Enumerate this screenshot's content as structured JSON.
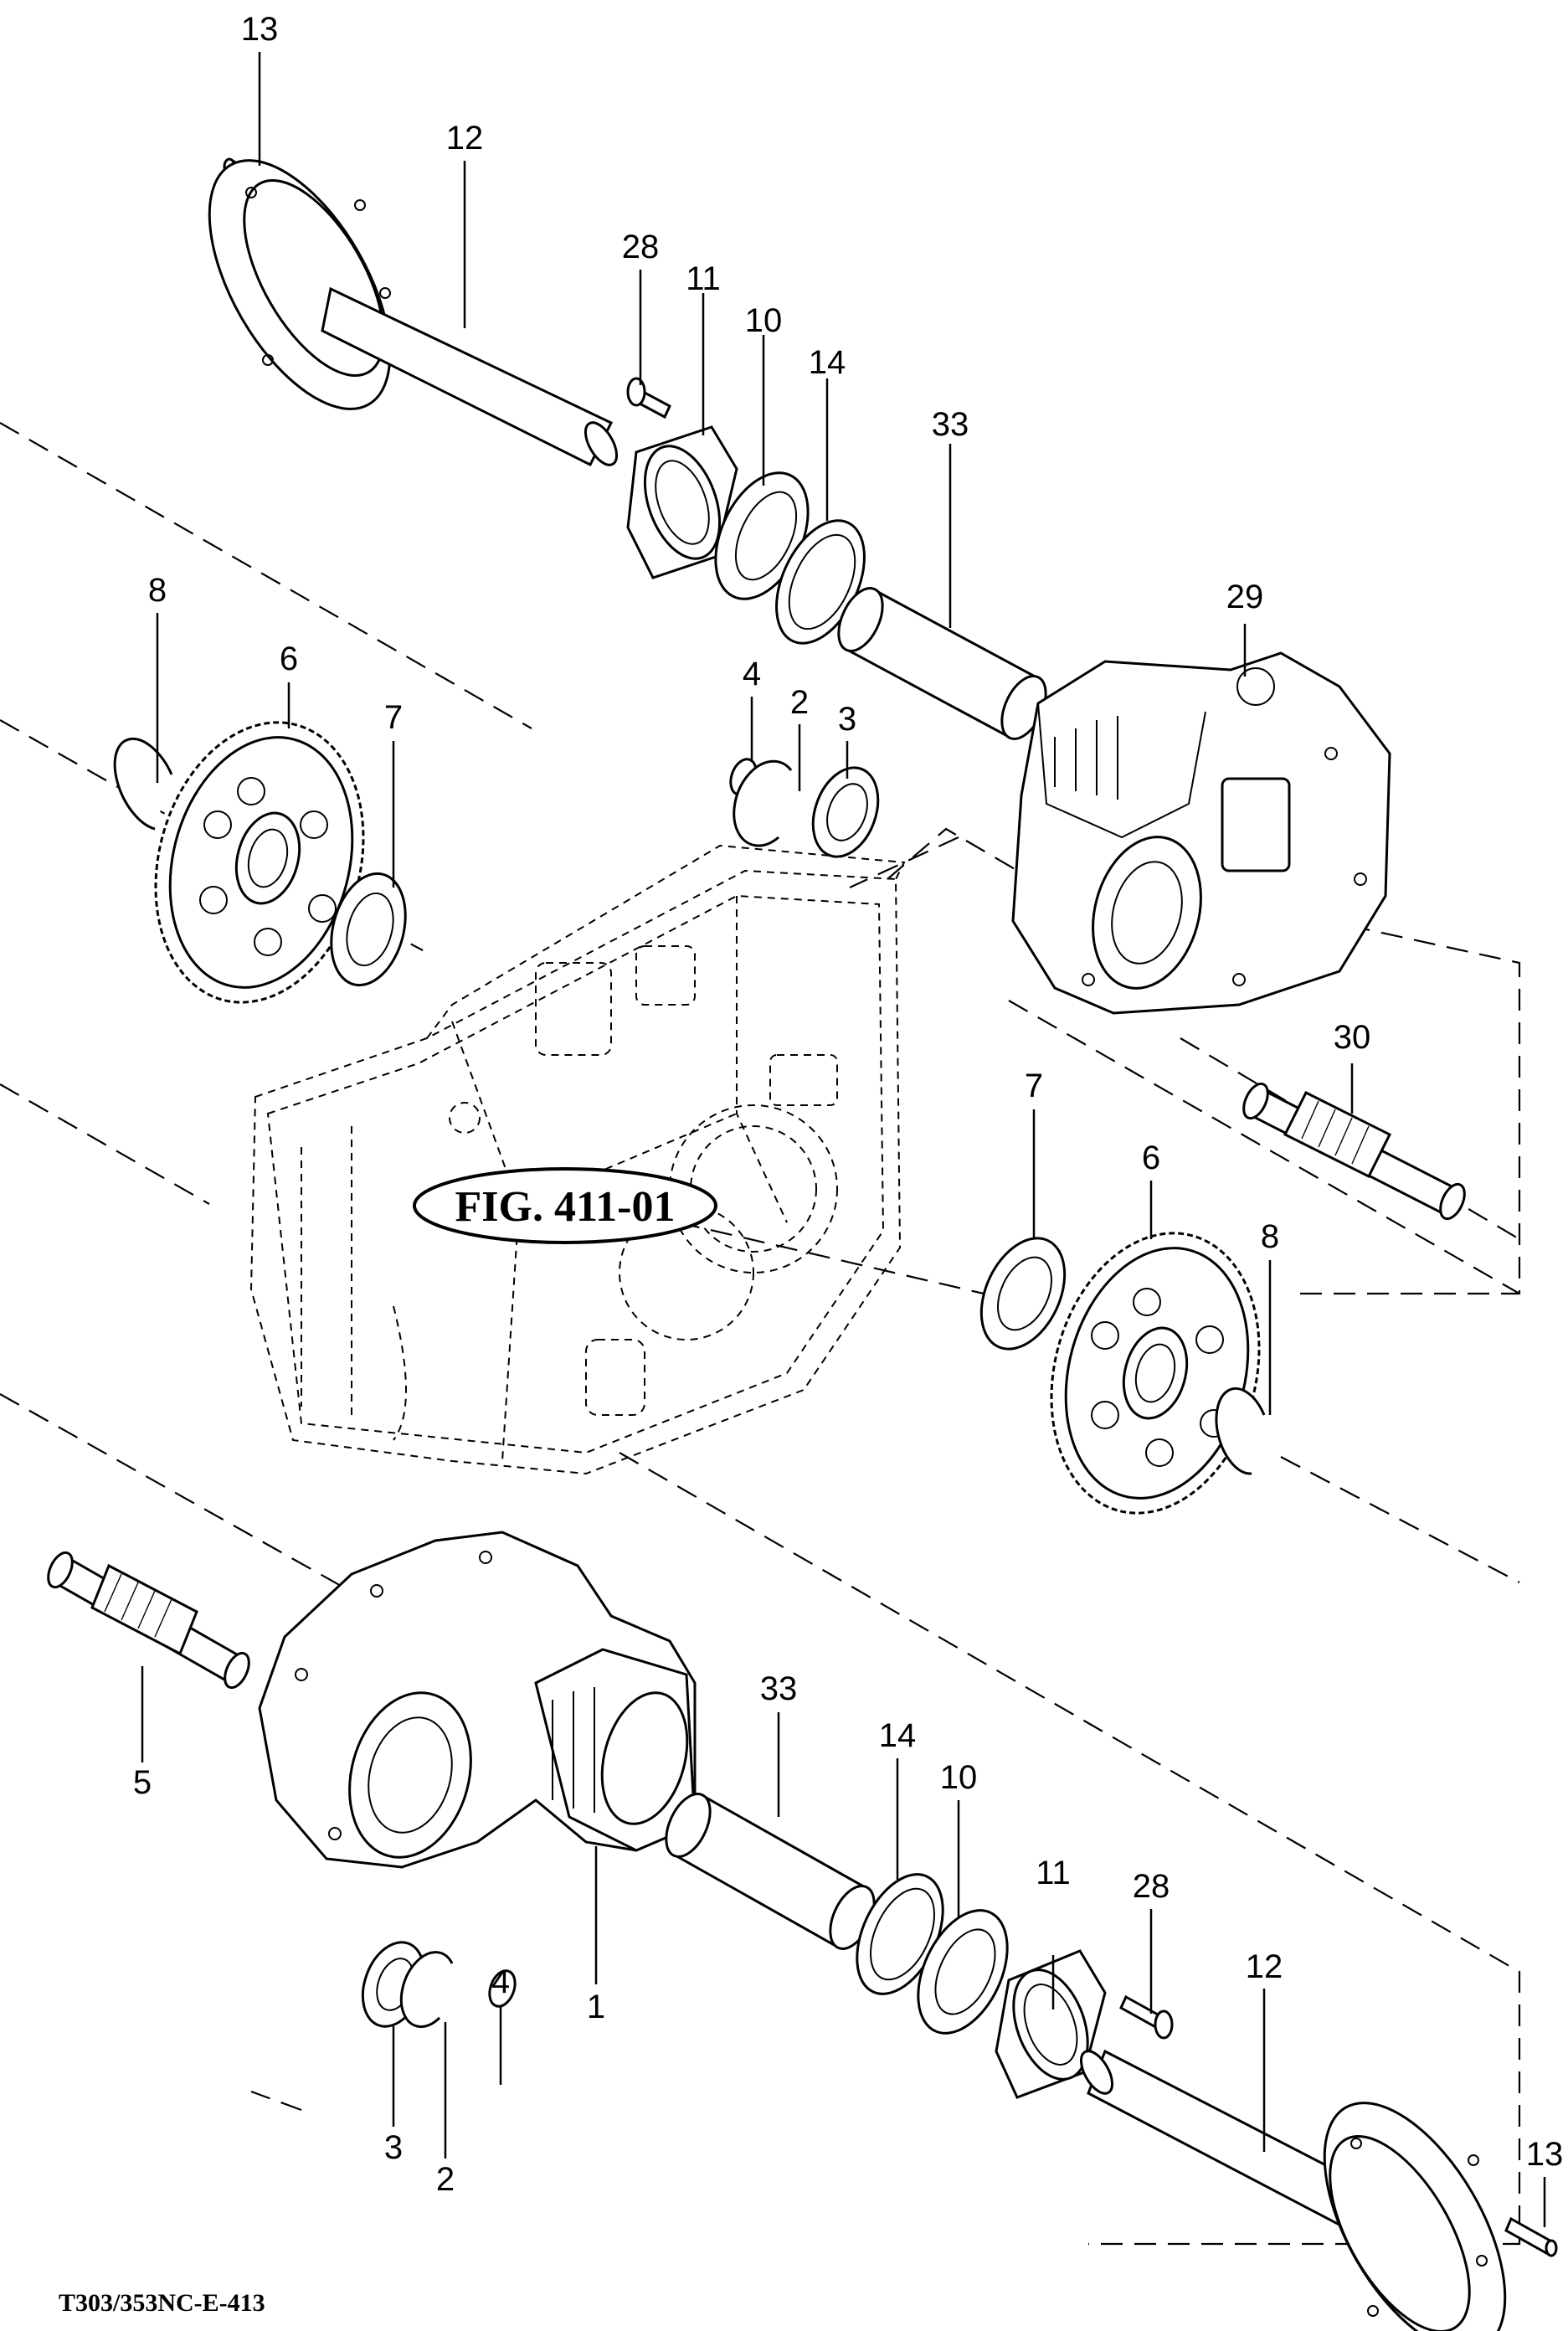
{
  "figure_reference": "FIG. 411-01",
  "document_code": "T303/353NC-E-413",
  "callouts": {
    "c13a": "13",
    "c12a": "12",
    "c28a": "28",
    "c11a": "11",
    "c10a": "10",
    "c14a": "14",
    "c33a": "33",
    "c29": "29",
    "c8a": "8",
    "c6a": "6",
    "c7a": "7",
    "c4a": "4",
    "c2a": "2",
    "c3a": "3",
    "c30": "30",
    "c7b": "7",
    "c6b": "6",
    "c8b": "8",
    "c5": "5",
    "c33b": "33",
    "c14b": "14",
    "c10b": "10",
    "c11b": "11",
    "c28b": "28",
    "c12b": "12",
    "c13b": "13",
    "c4b": "4",
    "c1": "1",
    "c3b": "3",
    "c2b": "2"
  }
}
